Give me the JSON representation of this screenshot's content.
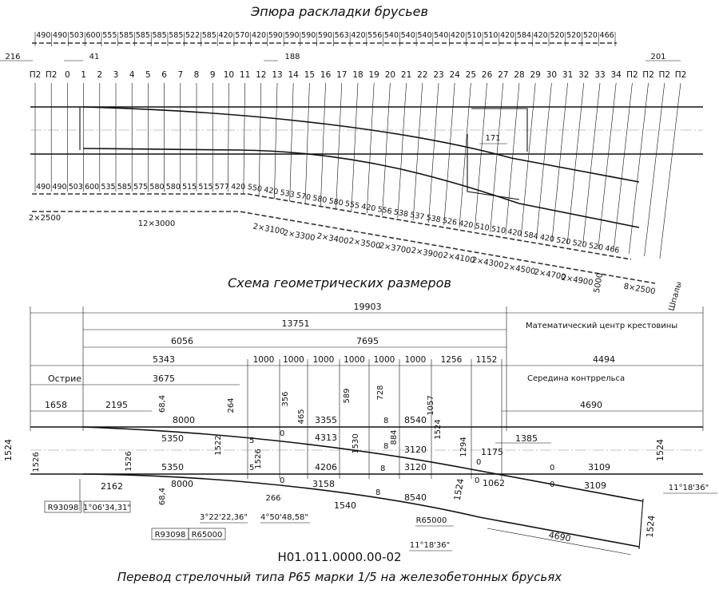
{
  "titles": {
    "layout": "Эпюра раскладки брусьев",
    "geometry": "Схема геометрических размеров",
    "code": "Н01.011.0000.00-02",
    "caption": "Перевод стрелочный типа Р65 марки 1/5 на железобетонных брусьях"
  },
  "layout": {
    "top_spacings": [
      "490",
      "490",
      "503",
      "600",
      "555",
      "585",
      "585",
      "585",
      "585",
      "522",
      "585",
      "420",
      "570",
      "420",
      "590",
      "590",
      "590",
      "590",
      "563",
      "420",
      "556",
      "540",
      "540",
      "540",
      "540",
      "420",
      "510",
      "510",
      "420",
      "584",
      "420",
      "520",
      "520",
      "520",
      "466"
    ],
    "sleeper_numbers": [
      "П2",
      "П2",
      "0",
      "1",
      "2",
      "3",
      "4",
      "5",
      "6",
      "7",
      "8",
      "9",
      "10",
      "11",
      "12",
      "13",
      "14",
      "15",
      "16",
      "17",
      "18",
      "19",
      "20",
      "21",
      "22",
      "23",
      "24",
      "25",
      "26",
      "27",
      "28",
      "29",
      "30",
      "31",
      "32",
      "33",
      "34",
      "П2",
      "П2",
      "П2",
      "П2"
    ],
    "bottom_spacings": [
      "490",
      "490",
      "503",
      "600",
      "535",
      "585",
      "575",
      "580",
      "580",
      "515",
      "515",
      "577",
      "420",
      "550",
      "420",
      "533",
      "570",
      "580",
      "580",
      "555",
      "420",
      "556",
      "538",
      "537",
      "538",
      "526",
      "420",
      "510",
      "510",
      "420",
      "584",
      "420",
      "520",
      "520",
      "520",
      "466"
    ],
    "dim_216": "216",
    "dim_41": "41",
    "dim_188": "188",
    "dim_201": "201",
    "dim_171": "171",
    "length_groups": [
      "2×2500",
      "12×3000",
      "2×3100",
      "2×3300",
      "2×3400",
      "2×3500",
      "2×3700",
      "2×3900",
      "2×4100",
      "2×4300",
      "2×4500",
      "2×4700",
      "2×4900",
      "5000",
      "8×2500"
    ],
    "sleepers_label": "Шпалы"
  },
  "geometry": {
    "overall": "19903",
    "d13751": "13751",
    "d6056": "6056",
    "d7695": "7695",
    "d5343": "5343",
    "d4494": "4494",
    "d3675": "3675",
    "d1658": "1658",
    "d2195": "2195",
    "d2162": "2162",
    "chain": [
      "1000",
      "1000",
      "1000",
      "1000",
      "1000",
      "1000",
      "1256",
      "1152"
    ],
    "math_center": "Математический центр крестовины",
    "rail_center": "Середина контррельса",
    "point_label": "Острие",
    "d4690": "4690",
    "d4690b": "4690",
    "gauge": "1524",
    "gauge_l": "1524",
    "gauge_r": "1524",
    "gauge_diag": "1524",
    "gauge_x": "1524",
    "d1526a": "1526",
    "d1526b": "1526",
    "d1526c": "1526",
    "d1522": "1522",
    "d1530": "1530",
    "d1540": "1540",
    "d1294": "1294",
    "d1057": "1057",
    "d884": "884",
    "d728": "728",
    "d589": "589",
    "d465": "465",
    "d356": "356",
    "d264": "264",
    "d266": "266",
    "d684a": "68,4",
    "d684b": "68,4",
    "d8000a": "8000",
    "d8000b": "8000",
    "d5350a": "5350",
    "d5350b": "5350",
    "d3355": "3355",
    "d4313": "4313",
    "d4206": "4206",
    "d3158": "3158",
    "d8540a": "8540",
    "d8540b": "8540",
    "d3120a": "3120",
    "d3120b": "3120",
    "d3109a": "3109",
    "d3109b": "3109",
    "d1385": "1385",
    "d1175": "1175",
    "d1062": "1062",
    "ang1": "1°06'34,31\"",
    "ang2": "3°22'22,36\"",
    "ang3": "4°50'48,58\"",
    "ang4": "11°18'36\"",
    "ang5": "11°18'36\"",
    "r1": "R93098",
    "r2": "R93098",
    "r3": "R65000",
    "r4": "R65000",
    "n0": "0",
    "n5": "5",
    "n8": "8"
  }
}
